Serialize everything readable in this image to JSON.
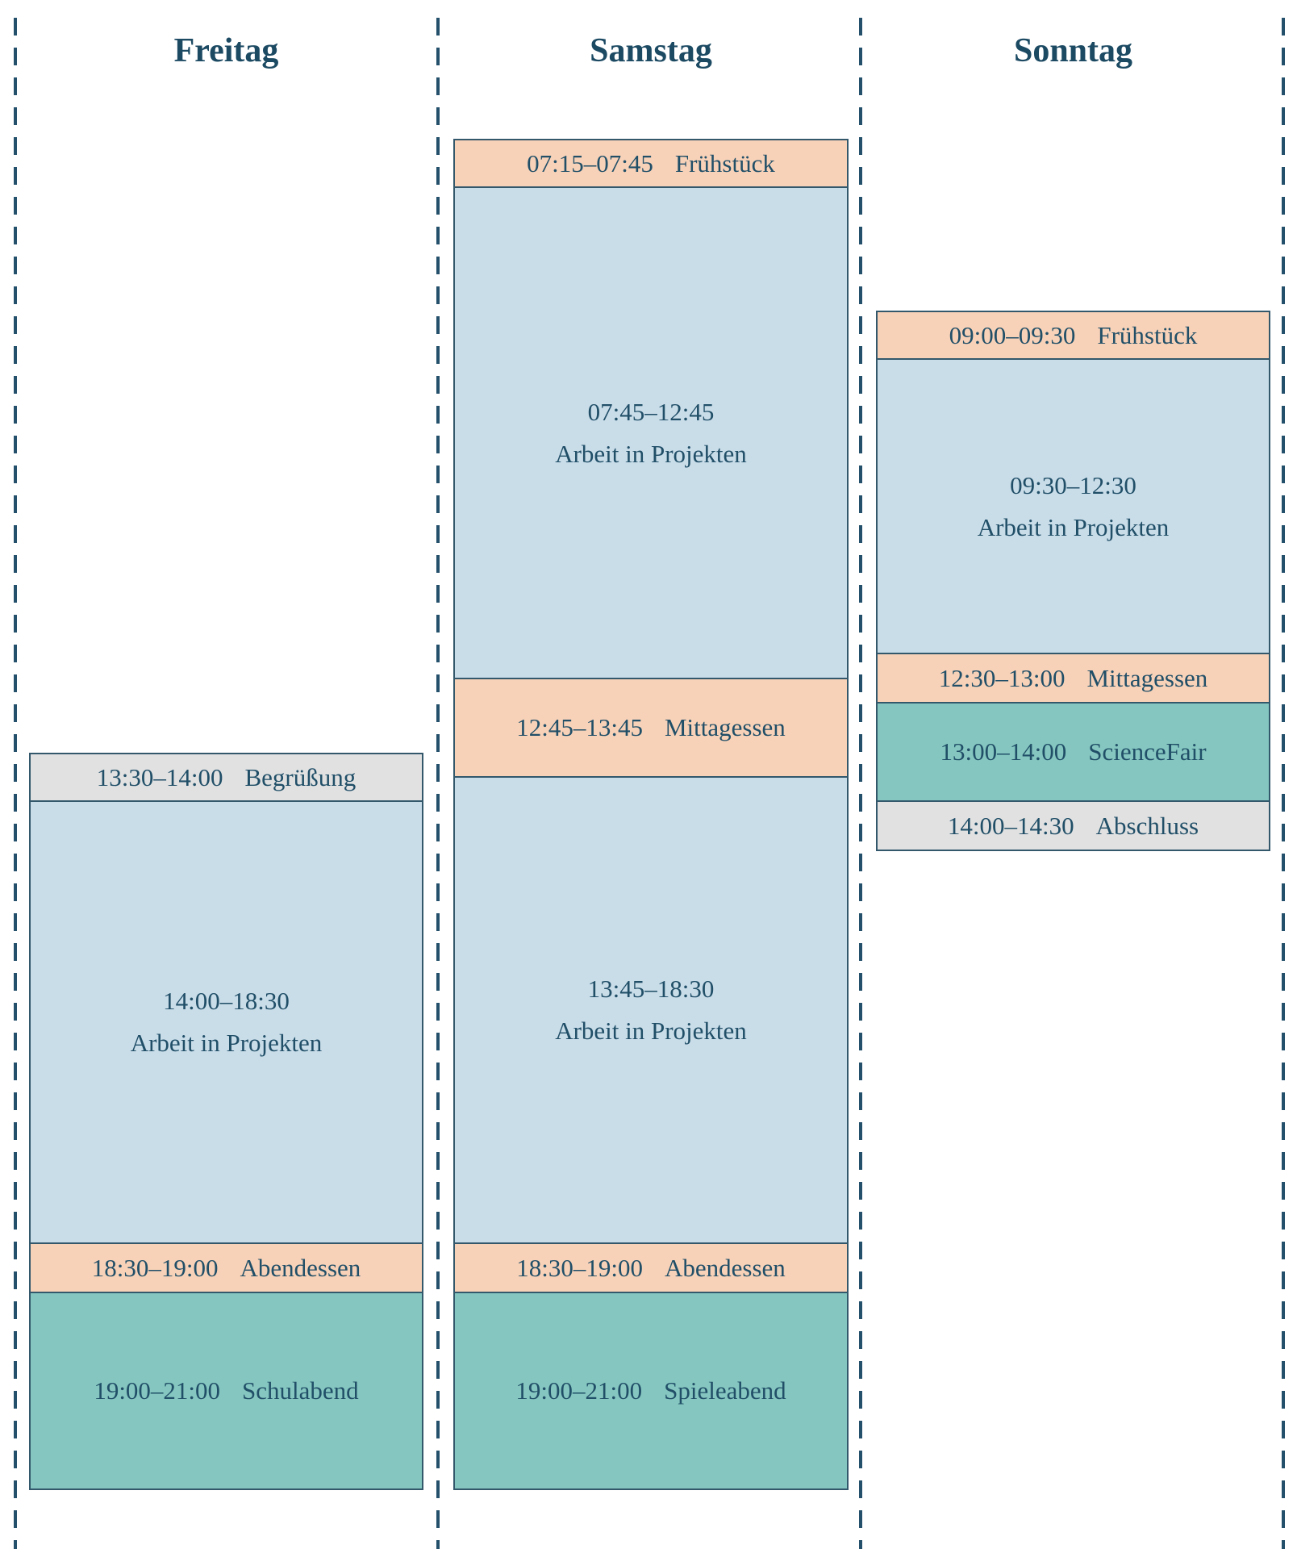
{
  "palette": {
    "meal": "#f8d2b8",
    "work": "#c9dde9",
    "special": "#85c7c0",
    "ceremony": "#e1e1e1",
    "border": "#33586c",
    "text": "#214f68",
    "heading": "#1c4a63",
    "separator": "#24506b"
  },
  "columns": [
    {
      "title": "Freitag",
      "events": [
        {
          "start": "13:30",
          "end": "14:00",
          "label": "Begrüßung",
          "kind": "ceremony",
          "stacked": false
        },
        {
          "start": "14:00",
          "end": "18:30",
          "label": "Arbeit in Projekten",
          "kind": "work",
          "stacked": true
        },
        {
          "start": "18:30",
          "end": "19:00",
          "label": "Abendessen",
          "kind": "meal",
          "stacked": false
        },
        {
          "start": "19:00",
          "end": "21:00",
          "label": "Schulabend",
          "kind": "special",
          "stacked": false
        }
      ]
    },
    {
      "title": "Samstag",
      "events": [
        {
          "start": "07:15",
          "end": "07:45",
          "label": "Frühstück",
          "kind": "meal",
          "stacked": false
        },
        {
          "start": "07:45",
          "end": "12:45",
          "label": "Arbeit in Projekten",
          "kind": "work",
          "stacked": true
        },
        {
          "start": "12:45",
          "end": "13:45",
          "label": "Mittagessen",
          "kind": "meal",
          "stacked": false
        },
        {
          "start": "13:45",
          "end": "18:30",
          "label": "Arbeit in Projekten",
          "kind": "work",
          "stacked": true
        },
        {
          "start": "18:30",
          "end": "19:00",
          "label": "Abendessen",
          "kind": "meal",
          "stacked": false
        },
        {
          "start": "19:00",
          "end": "21:00",
          "label": "Spieleabend",
          "kind": "special",
          "stacked": false
        }
      ]
    },
    {
      "title": "Sonntag",
      "events": [
        {
          "start": "09:00",
          "end": "09:30",
          "label": "Frühstück",
          "kind": "meal",
          "stacked": false
        },
        {
          "start": "09:30",
          "end": "12:30",
          "label": "Arbeit in Projekten",
          "kind": "work",
          "stacked": true
        },
        {
          "start": "12:30",
          "end": "13:00",
          "label": "Mittagessen",
          "kind": "meal",
          "stacked": false
        },
        {
          "start": "13:00",
          "end": "14:00",
          "label": "ScienceFair",
          "kind": "special",
          "stacked": false
        },
        {
          "start": "14:00",
          "end": "14:30",
          "label": "Abschluss",
          "kind": "ceremony",
          "stacked": false
        }
      ]
    }
  ]
}
